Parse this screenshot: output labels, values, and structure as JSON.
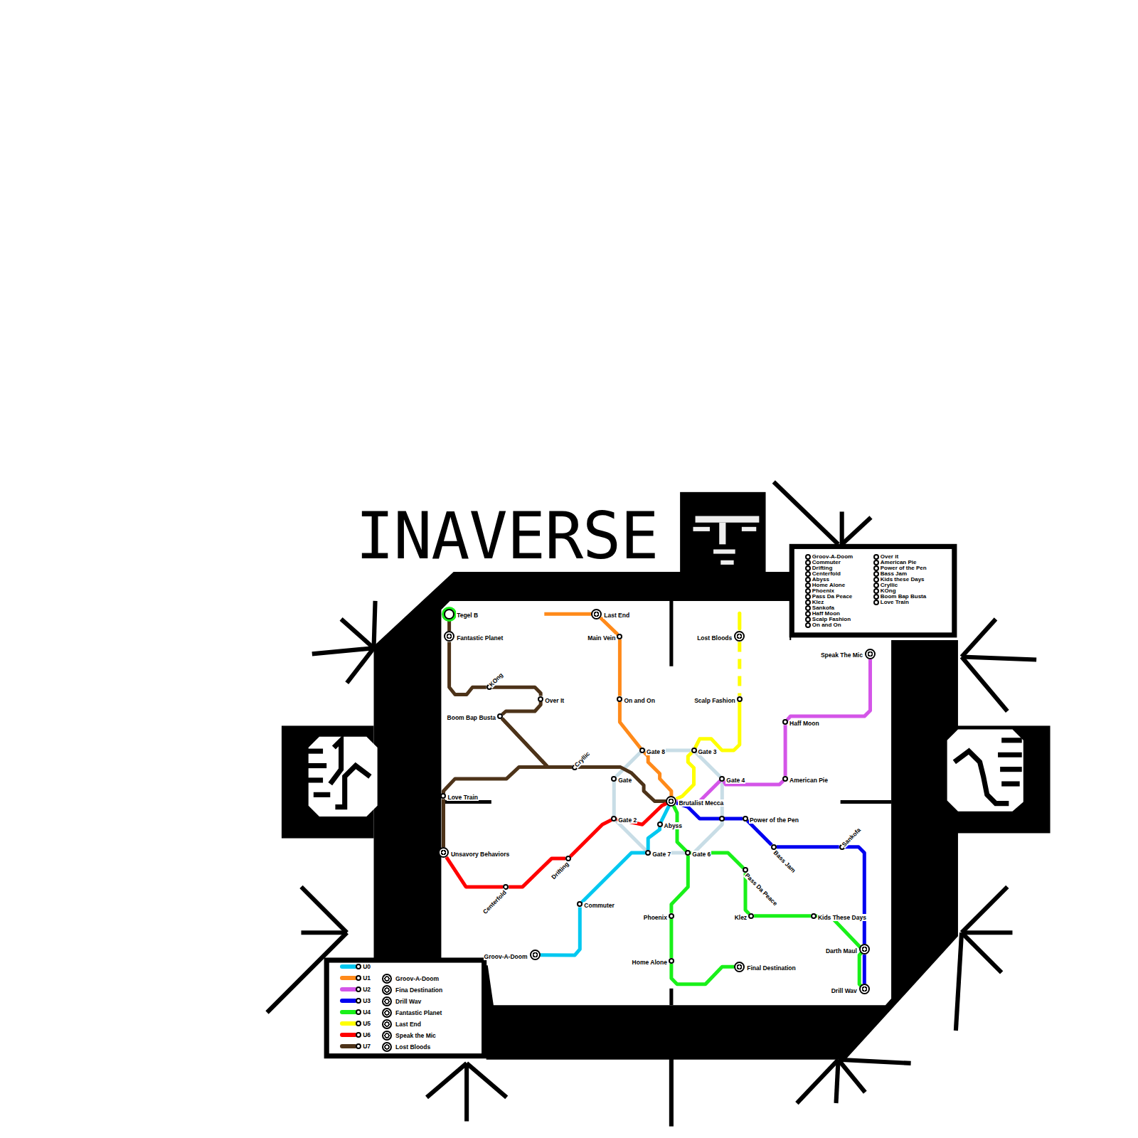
{
  "diagram": {
    "title": "INAVERSE",
    "nodes": [
      {
        "text": [
          "Tegel B"
        ]
      },
      {
        "text": [
          "Fantastic Planet"
        ]
      },
      {
        "text": [
          "KOng"
        ]
      },
      {
        "text": [
          "Over It"
        ]
      },
      {
        "text": [
          "Boom Bap Busta"
        ]
      },
      {
        "text": [
          "Cryllic"
        ]
      },
      {
        "text": [
          "Love Train"
        ]
      },
      {
        "text": [
          "Unsavory Behaviors"
        ]
      },
      {
        "text": [
          "Centerfold"
        ]
      },
      {
        "text": [
          "Drifting"
        ]
      },
      {
        "text": [
          "Last End"
        ]
      },
      {
        "text": [
          "Main Vein"
        ]
      },
      {
        "text": [
          "On and On"
        ]
      },
      {
        "text": [
          "Gate 8"
        ]
      },
      {
        "text": [
          "Gate"
        ]
      },
      {
        "text": [
          "Gate 2"
        ]
      },
      {
        "text": [
          "Brutalist Mecca"
        ]
      },
      {
        "text": [
          "Abyss"
        ]
      },
      {
        "text": [
          "Gate 7"
        ]
      },
      {
        "text": [
          "Gate 6"
        ]
      },
      {
        "text": [
          "Lost Bloods"
        ]
      },
      {
        "text": [
          "Scalp Fashion"
        ]
      },
      {
        "text": [
          "Gate 3"
        ]
      },
      {
        "text": [
          "Gate 4"
        ]
      },
      {
        "text": [
          "Speak The Mic"
        ]
      },
      {
        "text": [
          "Haff Moon"
        ]
      },
      {
        "text": [
          "American Pie"
        ]
      },
      {
        "text": [
          "Power of the Pen"
        ]
      },
      {
        "text": [
          "Bass Jam"
        ]
      },
      {
        "text": [
          "Sankofa"
        ]
      },
      {
        "text": [
          "Pass Da Peace"
        ]
      },
      {
        "text": [
          "Klez"
        ]
      },
      {
        "text": [
          "Kids These Days"
        ]
      },
      {
        "text": [
          "Darth Maul"
        ]
      },
      {
        "text": [
          "Drill Wav"
        ]
      },
      {
        "text": [
          "Phoenix"
        ]
      },
      {
        "text": [
          "Home Alone"
        ]
      },
      {
        "text": [
          "Final Destination"
        ]
      },
      {
        "text": [
          "Commuter"
        ]
      },
      {
        "text": [
          "Groov-A-Doom"
        ]
      }
    ],
    "edges": [
      {
        "from": 13,
        "to": 22,
        "arrow": "none"
      },
      {
        "from": 22,
        "to": 23,
        "arrow": "none"
      },
      {
        "from": 23,
        "to": 19,
        "arrow": "none"
      },
      {
        "from": 19,
        "to": 18,
        "arrow": "none"
      },
      {
        "from": 18,
        "to": 15,
        "arrow": "none"
      },
      {
        "from": 15,
        "to": 14,
        "arrow": "none"
      },
      {
        "from": 14,
        "to": 13,
        "arrow": "none"
      },
      {
        "from": 0,
        "to": 1,
        "arrow": "none"
      },
      {
        "from": 1,
        "to": 2,
        "arrow": "none"
      },
      {
        "from": 2,
        "to": 3,
        "arrow": "none"
      },
      {
        "from": 3,
        "to": 4,
        "arrow": "none"
      },
      {
        "from": 4,
        "to": 5,
        "arrow": "none"
      },
      {
        "from": 5,
        "to": 16,
        "arrow": "none"
      },
      {
        "from": 4,
        "to": 6,
        "arrow": "none"
      },
      {
        "from": 6,
        "to": 7,
        "arrow": "none"
      },
      {
        "from": 7,
        "to": 8,
        "arrow": "none"
      },
      {
        "from": 8,
        "to": 9,
        "arrow": "none"
      },
      {
        "from": 9,
        "to": 15,
        "arrow": "none"
      },
      {
        "from": 15,
        "to": 16,
        "arrow": "none"
      },
      {
        "from": 39,
        "to": 38,
        "arrow": "none"
      },
      {
        "from": 38,
        "to": 18,
        "arrow": "none"
      },
      {
        "from": 18,
        "to": 17,
        "arrow": "none"
      },
      {
        "from": 17,
        "to": 16,
        "arrow": "none"
      },
      {
        "from": 10,
        "to": 11,
        "arrow": "none"
      },
      {
        "from": 11,
        "to": 12,
        "arrow": "none"
      },
      {
        "from": 12,
        "to": 13,
        "arrow": "none"
      },
      {
        "from": 13,
        "to": 16,
        "arrow": "none"
      },
      {
        "from": 20,
        "to": 21,
        "arrow": "none"
      },
      {
        "from": 21,
        "to": 22,
        "arrow": "none"
      },
      {
        "from": 22,
        "to": 16,
        "arrow": "none"
      },
      {
        "from": 16,
        "to": 23,
        "arrow": "none"
      },
      {
        "from": 23,
        "to": 26,
        "arrow": "none"
      },
      {
        "from": 26,
        "to": 25,
        "arrow": "none"
      },
      {
        "from": 25,
        "to": 24,
        "arrow": "none"
      },
      {
        "from": 16,
        "to": 27,
        "arrow": "none"
      },
      {
        "from": 27,
        "to": 28,
        "arrow": "none"
      },
      {
        "from": 28,
        "to": 29,
        "arrow": "none"
      },
      {
        "from": 29,
        "to": 33,
        "arrow": "none"
      },
      {
        "from": 33,
        "to": 34,
        "arrow": "none"
      },
      {
        "from": 16,
        "to": 19,
        "arrow": "none"
      },
      {
        "from": 19,
        "to": 35,
        "arrow": "none"
      },
      {
        "from": 35,
        "to": 36,
        "arrow": "none"
      },
      {
        "from": 36,
        "to": 37,
        "arrow": "none"
      },
      {
        "from": 19,
        "to": 30,
        "arrow": "none"
      },
      {
        "from": 30,
        "to": 31,
        "arrow": "none"
      },
      {
        "from": 31,
        "to": 32,
        "arrow": "none"
      },
      {
        "from": 32,
        "to": 33,
        "arrow": "none"
      },
      {
        "from": 33,
        "to": 34,
        "arrow": "none"
      }
    ],
    "labels": [
      "Groov-A-Doom",
      "Fina Destination",
      "Drill Wav",
      "Fantastic Planet",
      "Last End",
      "Speak the Mic",
      "Lost Bloods",
      "Groov-A-Doom",
      "Commuter",
      "Drifting",
      "Centerfold",
      "Abyss",
      "Home Alone",
      "Phoenix",
      "Pass Da Peace",
      "Klez",
      "Sankofa",
      "Haff Moon",
      "Scalp Fashion",
      "On and On",
      "Over it",
      "American Pie",
      "Power of the Pen",
      "Bass Jam",
      "Kids these Days",
      "Cryllic",
      "KOng",
      "Boom Bap Busta",
      "Love Train"
    ],
    "legend": [
      {
        "text": "U0",
        "color": "#00c8f0"
      },
      {
        "text": "U1",
        "color": "#ff8a1a"
      },
      {
        "text": "U2",
        "color": "#d455e8"
      },
      {
        "text": "U3",
        "color": "#0000f0"
      },
      {
        "text": "U4",
        "color": "#19f019"
      },
      {
        "text": "U5",
        "color": "#ffff00"
      },
      {
        "text": "U6",
        "color": "#ff0000"
      },
      {
        "text": "U7",
        "color": "#4d3319"
      }
    ]
  }
}
